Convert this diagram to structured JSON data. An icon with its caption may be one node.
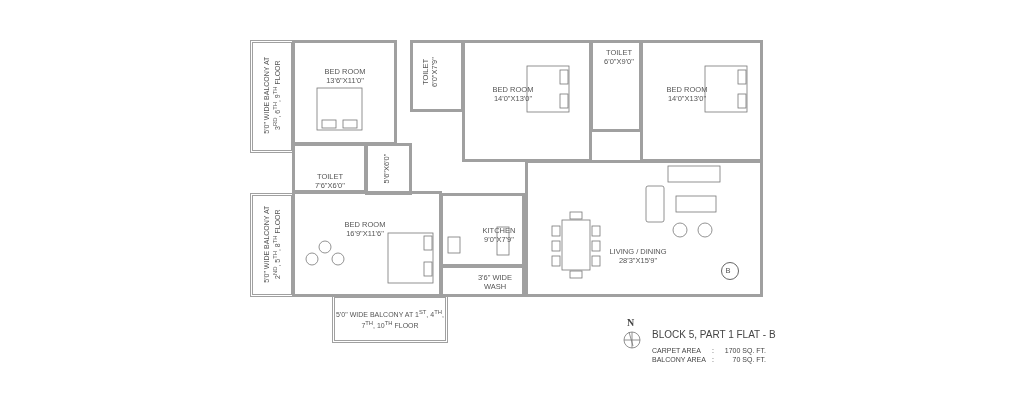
{
  "diagram": {
    "nodes": [
      {
        "text": [
          "5'0\" WIDE BALCONY AT 3$^{RD}$, 6$^{TH}$, 9$^{TH}$ FLOOR"
        ]
      },
      {
        "text": [
          "BED ROOM",
          "13'6\"X11'0\""
        ]
      },
      {
        "text": [
          "TOILET",
          "6'0\"X7'9\""
        ]
      },
      {
        "text": [
          "BED ROOM",
          "14'0\"X13'0\""
        ]
      },
      {
        "text": [
          "TOILET",
          "6'0\"X9'0\""
        ]
      },
      {
        "text": [
          "BED ROOM",
          "14'0\"X13'0\""
        ]
      },
      {
        "text": [
          "TOILET",
          "7'6\"X6'0\""
        ]
      },
      {
        "text": [
          "5'6\"X6'0\""
        ]
      },
      {
        "text": [
          "5'0\" WIDE BALCONY AT 2$^{ND}$, 5$^{TH}$, 8$^{TH}$ FLOOR"
        ]
      },
      {
        "text": [
          "BED ROOM",
          "16'9\"X11'6\""
        ]
      },
      {
        "text": [
          "KITCHEN",
          "9'0\"X7'9\""
        ]
      },
      {
        "text": [
          "3'6\" WIDE WASH"
        ]
      },
      {
        "text": [
          "LIVING / DINING",
          "28'3\"X15'9\""
        ]
      },
      {
        "text": [
          "B"
        ],
        "in": 12
      },
      {
        "text": [
          "5'0\"  WIDE BALCONY AT 1$^{ST}$, 4$^{TH}$, 7$^{TH}$, 10$^{TH}$ FLOOR"
        ]
      }
    ],
    "labels": [
      "N",
      "BLOCK 5, PART 1 FLAT - B",
      "CARPET AREA",
      ":",
      "1700 SQ. FT.",
      "BALCONY AREA",
      ":",
      "70 SQ. FT."
    ]
  }
}
